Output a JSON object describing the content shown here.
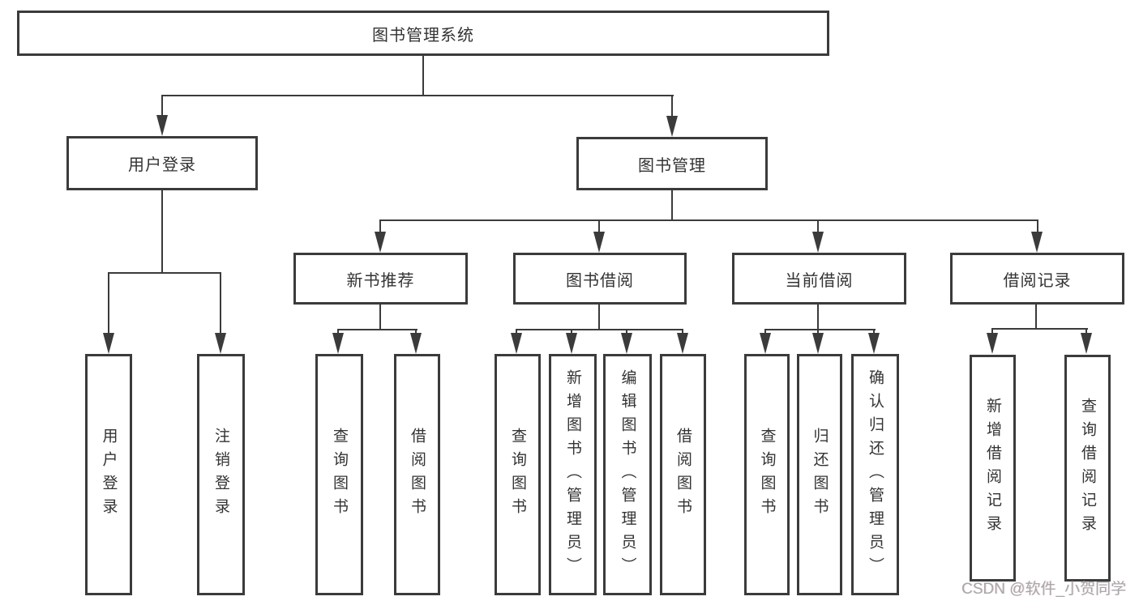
{
  "colors": {
    "line": "#3b3b3b",
    "text": "#333333",
    "watermark": "#9e9ea6",
    "background": "#ffffff"
  },
  "watermark": "CSDN @软件_小贺同学",
  "tree": {
    "label": "图书管理系统",
    "children": [
      {
        "label": "用户登录",
        "children": [
          {
            "label": "用户登录"
          },
          {
            "label": "注销登录"
          }
        ]
      },
      {
        "label": "图书管理",
        "children": [
          {
            "label": "新书推荐",
            "children": [
              {
                "label": "查询图书"
              },
              {
                "label": "借阅图书"
              }
            ]
          },
          {
            "label": "图书借阅",
            "children": [
              {
                "label": "查询图书"
              },
              {
                "label": "新增图书（管理员）"
              },
              {
                "label": "编辑图书（管理员）"
              },
              {
                "label": "借阅图书"
              }
            ]
          },
          {
            "label": "当前借阅",
            "children": [
              {
                "label": "查询图书"
              },
              {
                "label": "归还图书"
              },
              {
                "label": "确认归还（管理员）"
              }
            ]
          },
          {
            "label": "借阅记录",
            "children": [
              {
                "label": "新增借阅记录"
              },
              {
                "label": "查询借阅记录"
              }
            ]
          }
        ]
      }
    ]
  }
}
